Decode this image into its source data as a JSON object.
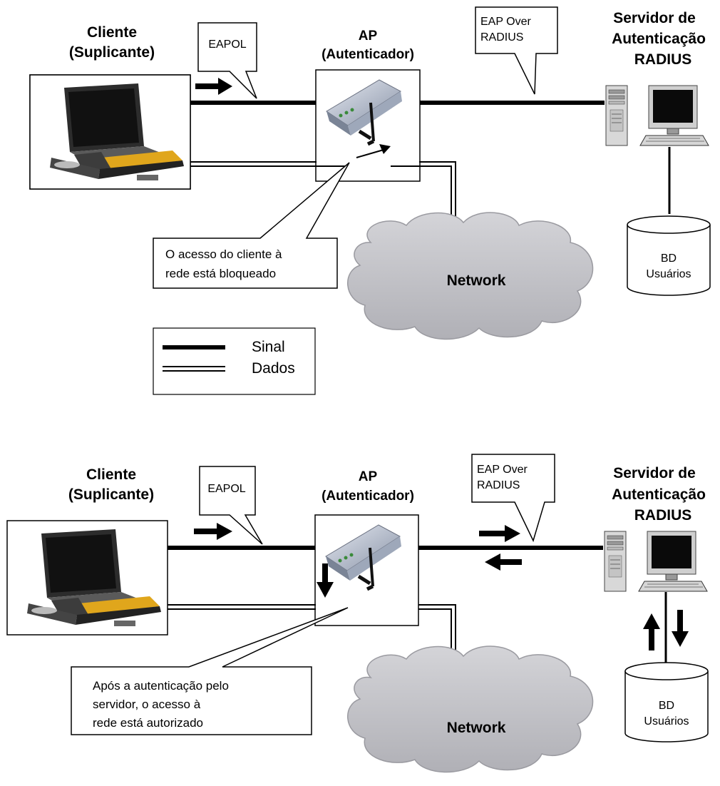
{
  "panels": [
    {
      "client_title_1": "Cliente",
      "client_title_2": "(Suplicante)",
      "ap_title_1": "AP",
      "ap_title_2": "(Autenticador)",
      "server_title_1": "Servidor de",
      "server_title_2": "Autenticação",
      "server_title_3": "RADIUS",
      "eapol_label": "EAPOL",
      "eap_radius_1": "EAP Over",
      "eap_radius_2": "RADIUS",
      "note_lines": [
        "O acesso do cliente à",
        "rede está bloqueado"
      ],
      "network_label": "Network",
      "db_line_1": "BD",
      "db_line_2": "Usuários"
    },
    {
      "client_title_1": "Cliente",
      "client_title_2": "(Suplicante)",
      "ap_title_1": "AP",
      "ap_title_2": "(Autenticador)",
      "server_title_1": "Servidor de",
      "server_title_2": "Autenticação",
      "server_title_3": "RADIUS",
      "eapol_label": "EAPOL",
      "eap_radius_1": "EAP Over",
      "eap_radius_2": "RADIUS",
      "note_lines": [
        "Após a autenticação pelo",
        "servidor, o acesso à",
        "rede está autorizado"
      ],
      "network_label": "Network",
      "db_line_1": "BD",
      "db_line_2": "Usuários"
    }
  ],
  "legend": {
    "signal_label": "Sinal",
    "data_label": "Dados"
  },
  "colors": {
    "line": "#000000",
    "cloud": "#c8c8cc",
    "keyboard_yellow": "#e8b020",
    "laptop_body": "#2a2a2a"
  }
}
